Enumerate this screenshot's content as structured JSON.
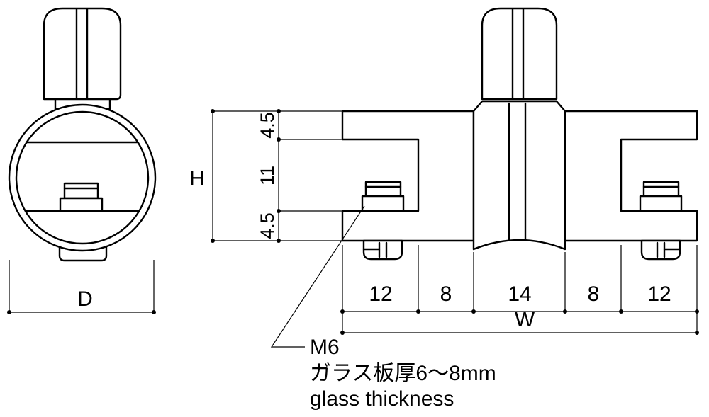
{
  "left_view": {
    "dim_label": "D"
  },
  "front_view": {
    "height_label": "H",
    "vertical_dims": [
      "4.5",
      "11",
      "4.5"
    ],
    "horizontal_dims": [
      "12",
      "8",
      "14",
      "8",
      "12"
    ],
    "width_label": "W"
  },
  "callout": {
    "thread": "M6",
    "glass_jp": "ガラス板厚6〜8mm",
    "glass_en": "glass thickness"
  }
}
